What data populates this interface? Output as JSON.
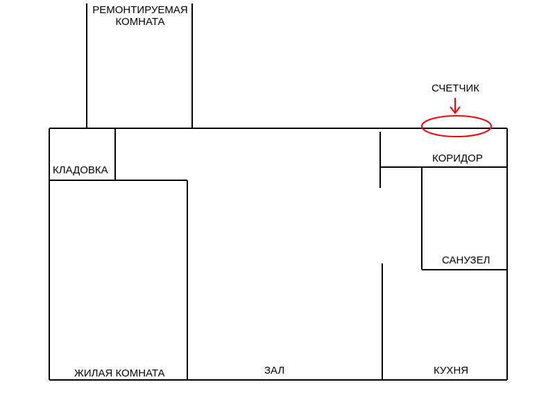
{
  "rooms": {
    "renovated": {
      "line1": "РЕМОНТИРУЕМАЯ",
      "line2": "КОМНАТА"
    },
    "storage": "КЛАДОВКА",
    "living": "ЖИЛАЯ КОМНАТА",
    "hall": "ЗАЛ",
    "corridor": "КОРИДОР",
    "bathroom": "САНУЗЕЛ",
    "kitchen": "КУХНЯ"
  },
  "meter": {
    "label": "СЧЕТЧИК",
    "marker_color": "#ff0000"
  },
  "wall_color": "#000000"
}
